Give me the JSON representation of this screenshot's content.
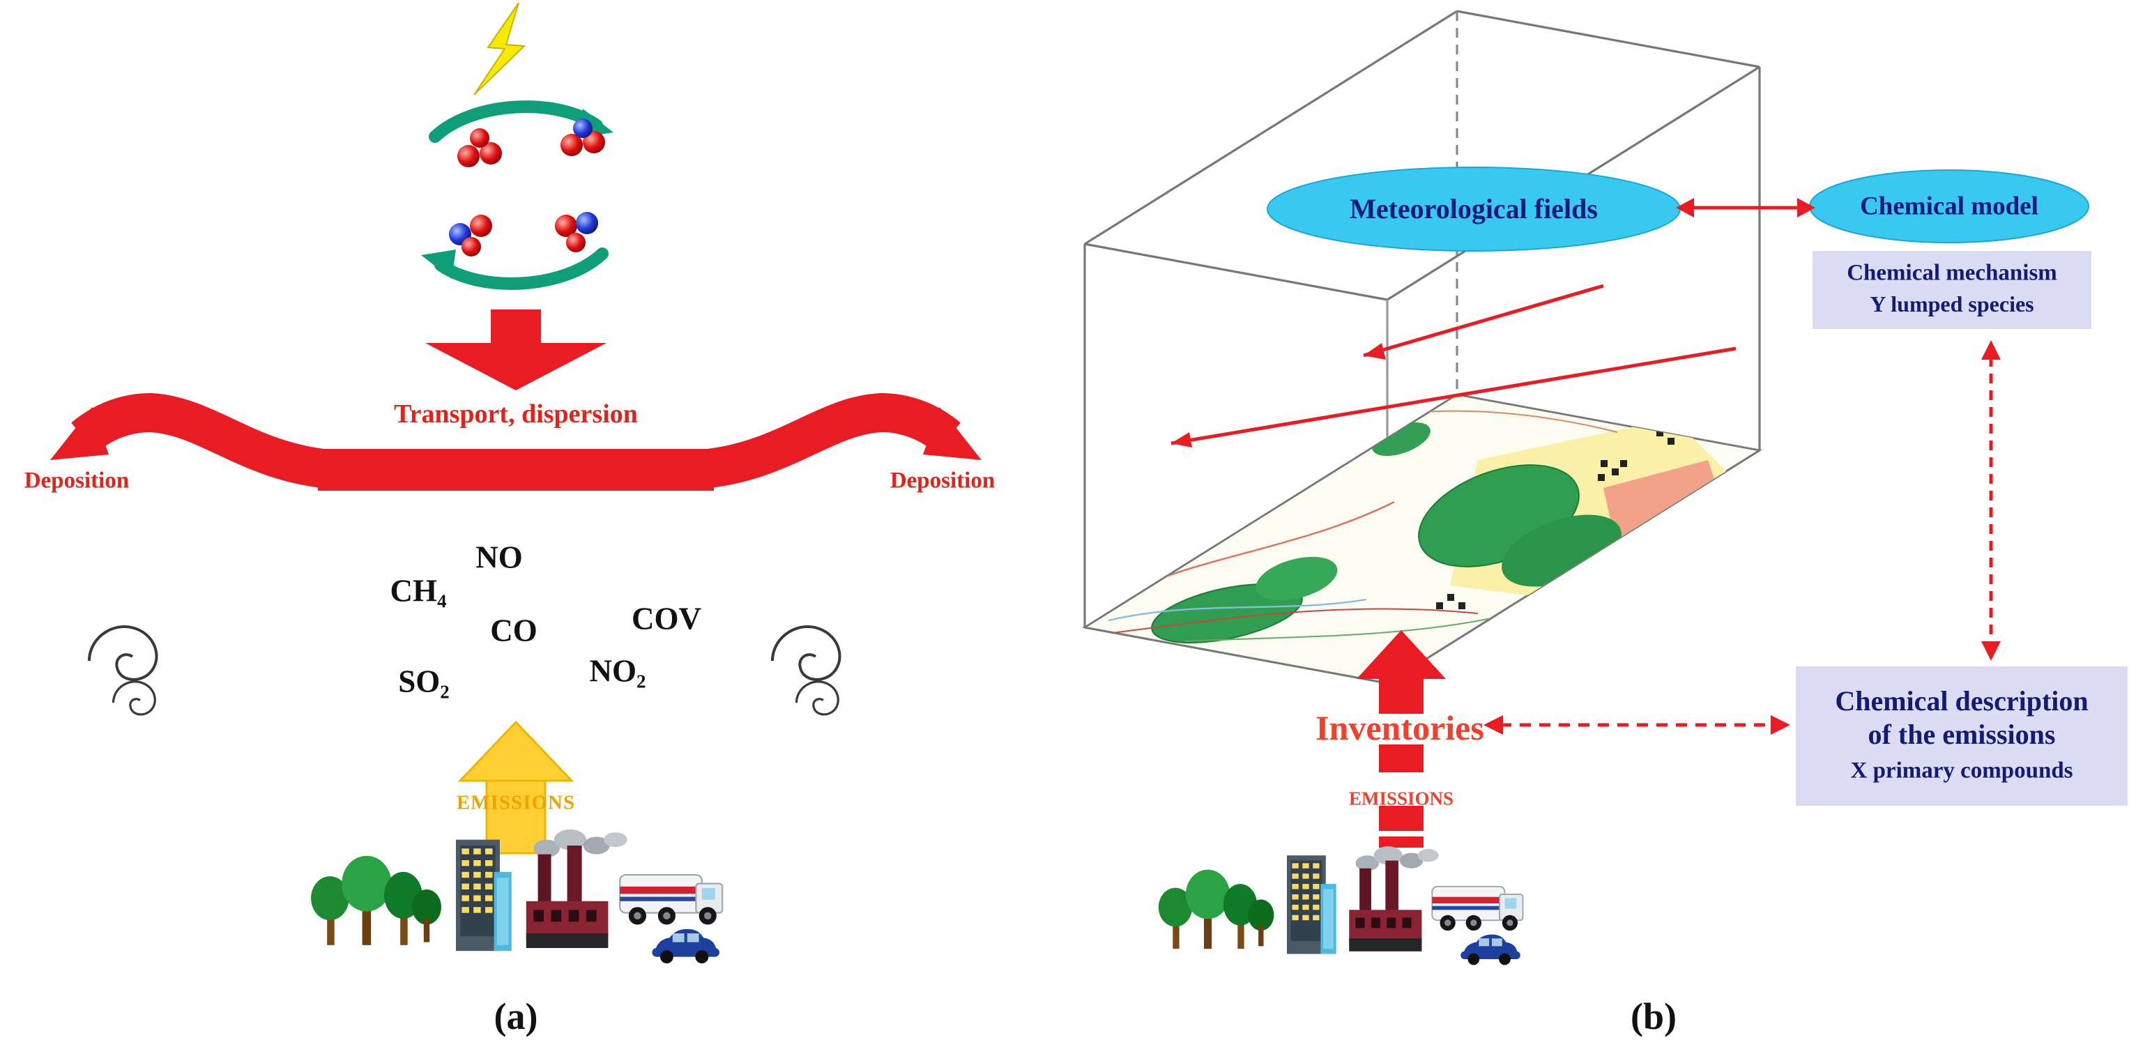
{
  "figure": {
    "panel_a": {
      "label": "(a)",
      "transport_label": "Transport, dispersion",
      "deposition_left": "Deposition",
      "deposition_right": "Deposition",
      "emissions_label": "EMISSIONS",
      "species": {
        "no": "NO",
        "ch4": "CH₄",
        "co": "CO",
        "cov": "COV",
        "so2": "SO₂",
        "no2": "NO₂"
      }
    },
    "panel_b": {
      "label": "(b)",
      "meteorological_fields_label": "Meteorological fields",
      "chemical_model_label": "Chemical model",
      "chemical_mechanism_line1": "Chemical mechanism",
      "chemical_mechanism_line2": "Y lumped species",
      "inventories_label": "Inventories",
      "emissions_label": "EMISSIONS",
      "chemical_description_line1": "Chemical description",
      "chemical_description_line2": "of the emissions",
      "chemical_description_line3": "X primary compounds"
    },
    "colors": {
      "arrow_red": "#ea1c23",
      "emissions_yellow": "#ffcf33",
      "emissions_text_orange": "#f0a200",
      "inventories_red": "#f2402c",
      "ellipse_cyan": "#38c8f0",
      "box_lavender": "#dcdcf4",
      "label_navy": "#131b7a",
      "cycle_green": "#0e9f7a"
    }
  }
}
